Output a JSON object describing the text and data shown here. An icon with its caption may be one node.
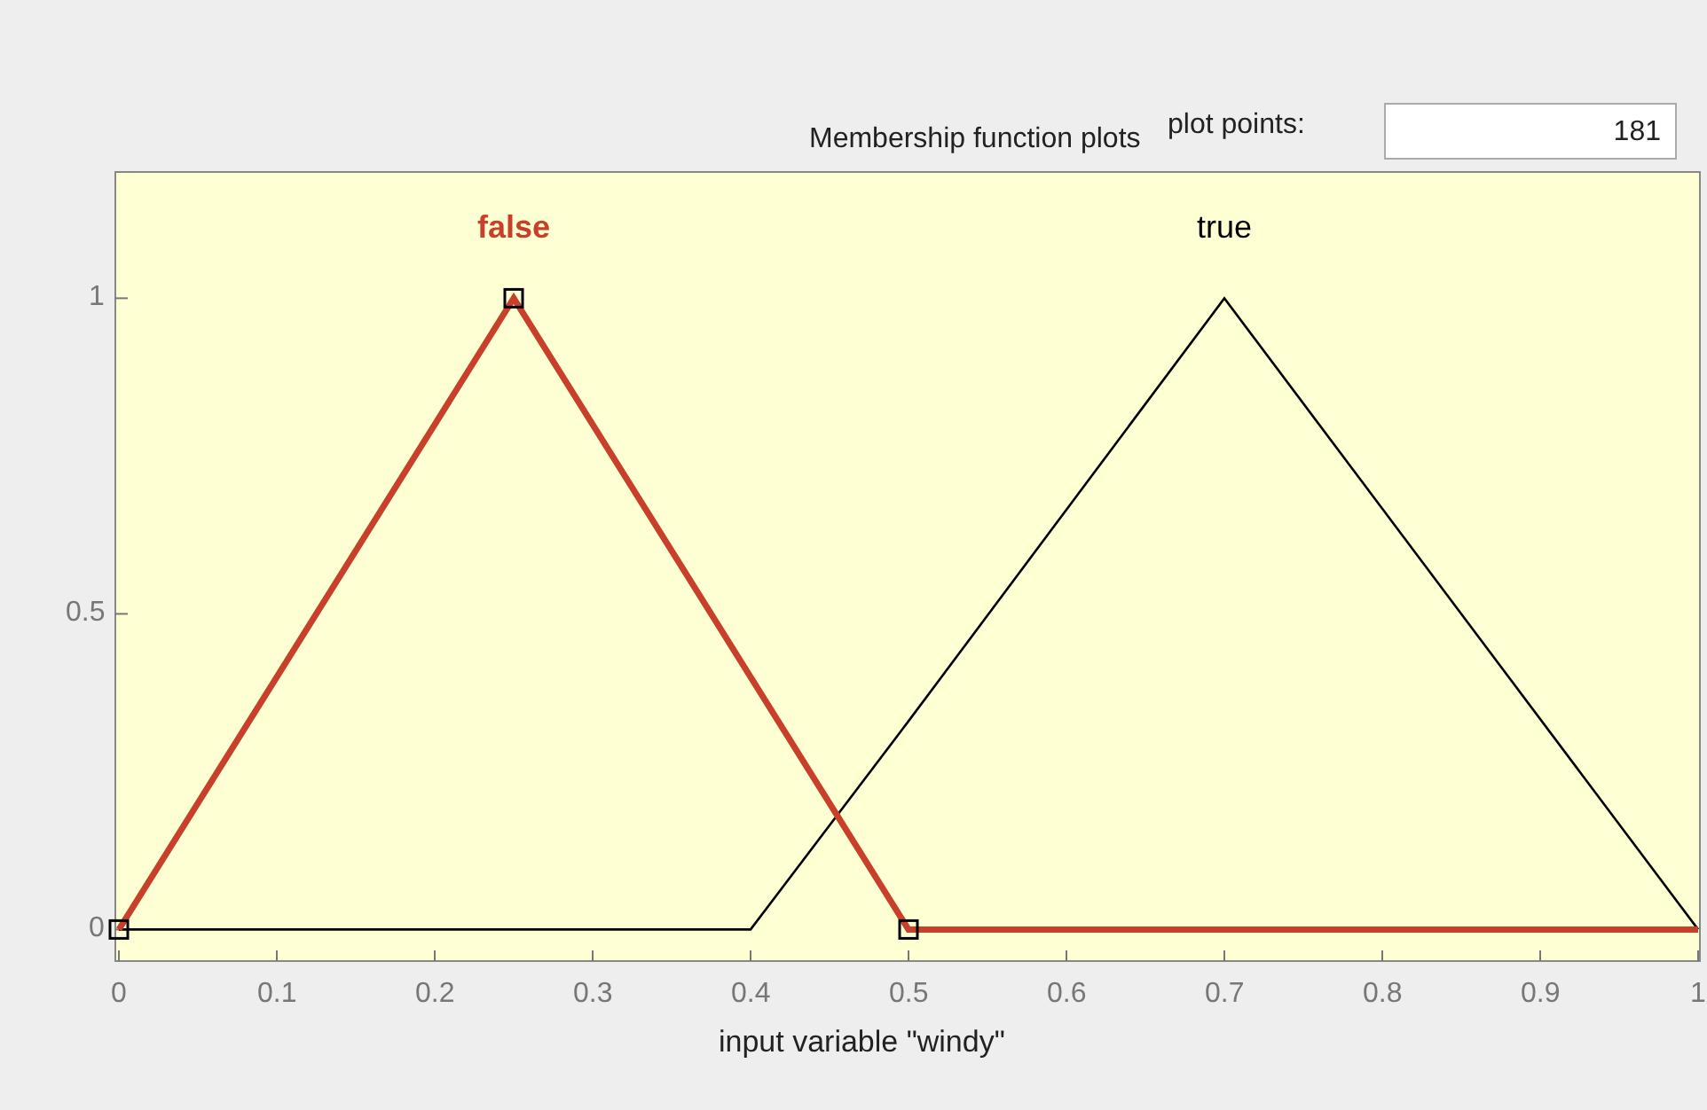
{
  "diagram": {
    "title": "Membership function plots",
    "labels": [
      "plot points:",
      "181"
    ],
    "chart_data": {
      "type": "line",
      "xlabel": "input variable \"windy\"",
      "x": [
        0,
        0.25,
        0.4,
        0.5,
        0.7,
        1
      ],
      "series": [
        {
          "name": "false",
          "color": "#c8402a",
          "values": [
            0,
            1,
            0.4,
            0,
            0,
            0
          ]
        },
        {
          "name": "true",
          "color": "#000000",
          "values": [
            0,
            0,
            0,
            0.33,
            1,
            0
          ]
        }
      ],
      "xlim": [
        0,
        1
      ],
      "ylim": [
        -0.05,
        1.2
      ],
      "xticks": [
        0,
        0.1,
        0.2,
        0.3,
        0.4,
        0.5,
        0.6,
        0.7,
        0.8,
        0.9,
        1
      ],
      "yticks": [
        0,
        0.5,
        1
      ]
    }
  }
}
